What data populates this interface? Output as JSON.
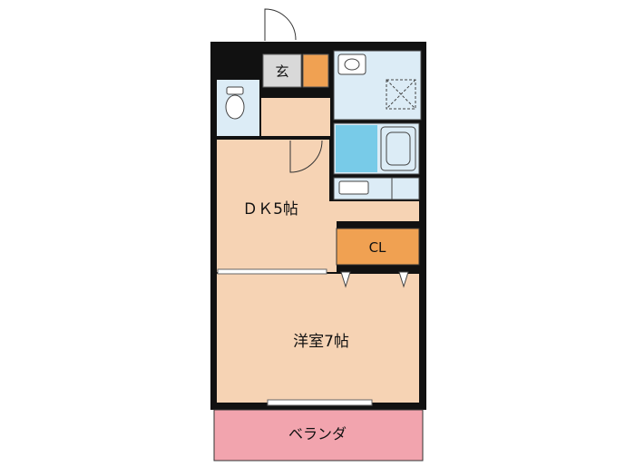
{
  "rooms": {
    "genkan": "玄",
    "dk": "ＤＫ5帖",
    "closet": "CL",
    "western_room": "洋室7帖",
    "veranda": "ベランダ"
  },
  "colors": {
    "floor": "#f6d3b4",
    "veranda": "#f2a4ae",
    "closet": "#f0a152",
    "wet_area": "#dcecf6",
    "bath": "#78cbe8",
    "genkan": "#d9d9d9",
    "wall": "#111111"
  },
  "icons": [
    "toilet-icon",
    "bathtub-icon",
    "sink-icon",
    "washer-space-icon",
    "kitchen-counter-icon",
    "door-icon"
  ]
}
